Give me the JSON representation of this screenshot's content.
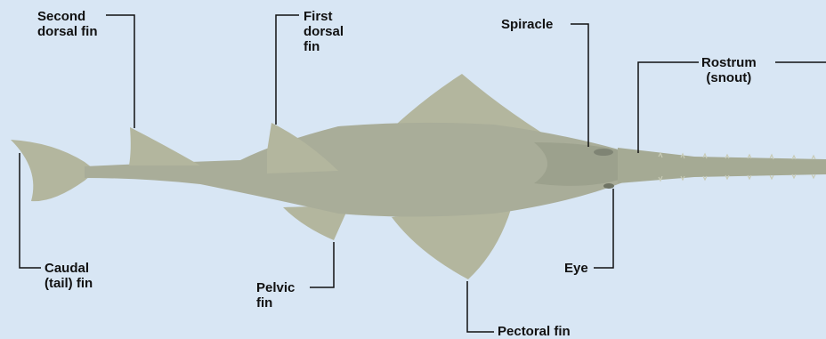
{
  "colors": {
    "background": "#d8e6f4",
    "body": "#a9ad99",
    "body_dark": "#959a86",
    "fin": "#b3b69e",
    "leader_line": "#111111",
    "label_text": "#111111"
  },
  "labels": {
    "second_dorsal_fin": [
      "Second",
      "dorsal fin"
    ],
    "first_dorsal_fin": [
      "First",
      "dorsal",
      "fin"
    ],
    "spiracle": [
      "Spiracle"
    ],
    "rostrum": [
      "Rostrum",
      "(snout)"
    ],
    "caudal_fin": [
      "Caudal",
      "(tail) fin"
    ],
    "pelvic_fin": [
      "Pelvic",
      "fin"
    ],
    "eye": [
      "Eye"
    ],
    "pectoral_fin": [
      "Pectoral fin"
    ]
  }
}
